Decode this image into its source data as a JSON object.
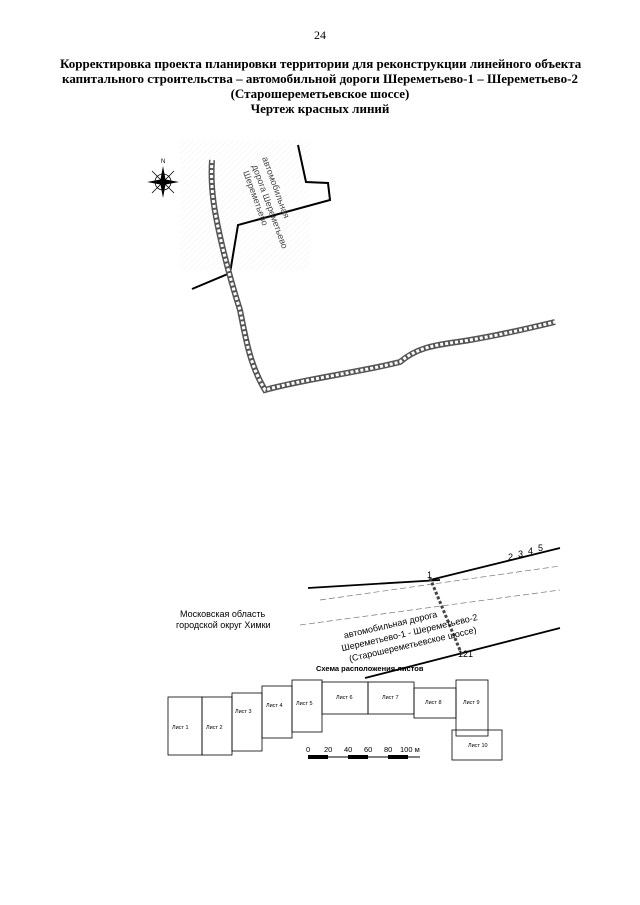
{
  "page_number": "24",
  "title": {
    "line1": "Корректировка проекта планировки территории для реконструкции линейного объекта",
    "line2": "капитального строительства – автомобильной дороги Шереметьево-1 – Шереметьево-2",
    "line3": "(Старошереметьевское шоссе)",
    "line4": "Чертеж красных линий"
  },
  "overview_map": {
    "road_label_1": "автомобильная",
    "road_label_2": "дорога Шереметьево",
    "road_label_3": "Шереметьево",
    "compass_label": "N"
  },
  "detail_map": {
    "point_labels": [
      "1",
      "2",
      "3",
      "4",
      "5",
      "121"
    ],
    "region_line1": "Московская область",
    "region_line2": "городской округ Химки",
    "road_line1": "автомобильная дорога",
    "road_line2": "Шереметьево-1 - Шереметьево-2",
    "road_line3": "(Старошереметьевское шоссе)"
  },
  "sheet_scheme": {
    "title": "Схема расположения листов",
    "sheets": [
      "Лист 1",
      "Лист 2",
      "Лист 3",
      "Лист 4",
      "Лист 5",
      "Лист 6",
      "Лист 7",
      "Лист 8",
      "Лист 9",
      "Лист 10"
    ]
  },
  "scale_bar": {
    "labels": [
      "0",
      "20",
      "40",
      "60",
      "80",
      "100 м"
    ]
  }
}
